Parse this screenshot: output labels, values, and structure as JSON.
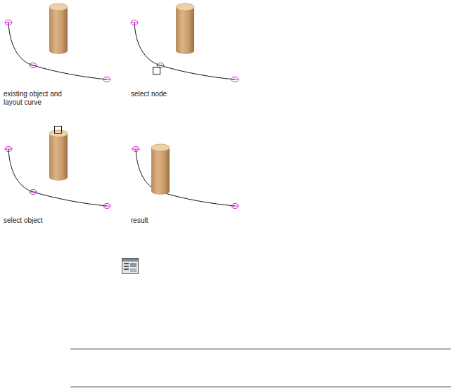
{
  "diagram": {
    "labels": [
      "existing object and layout curve",
      "select node",
      "select object",
      "result"
    ]
  }
}
